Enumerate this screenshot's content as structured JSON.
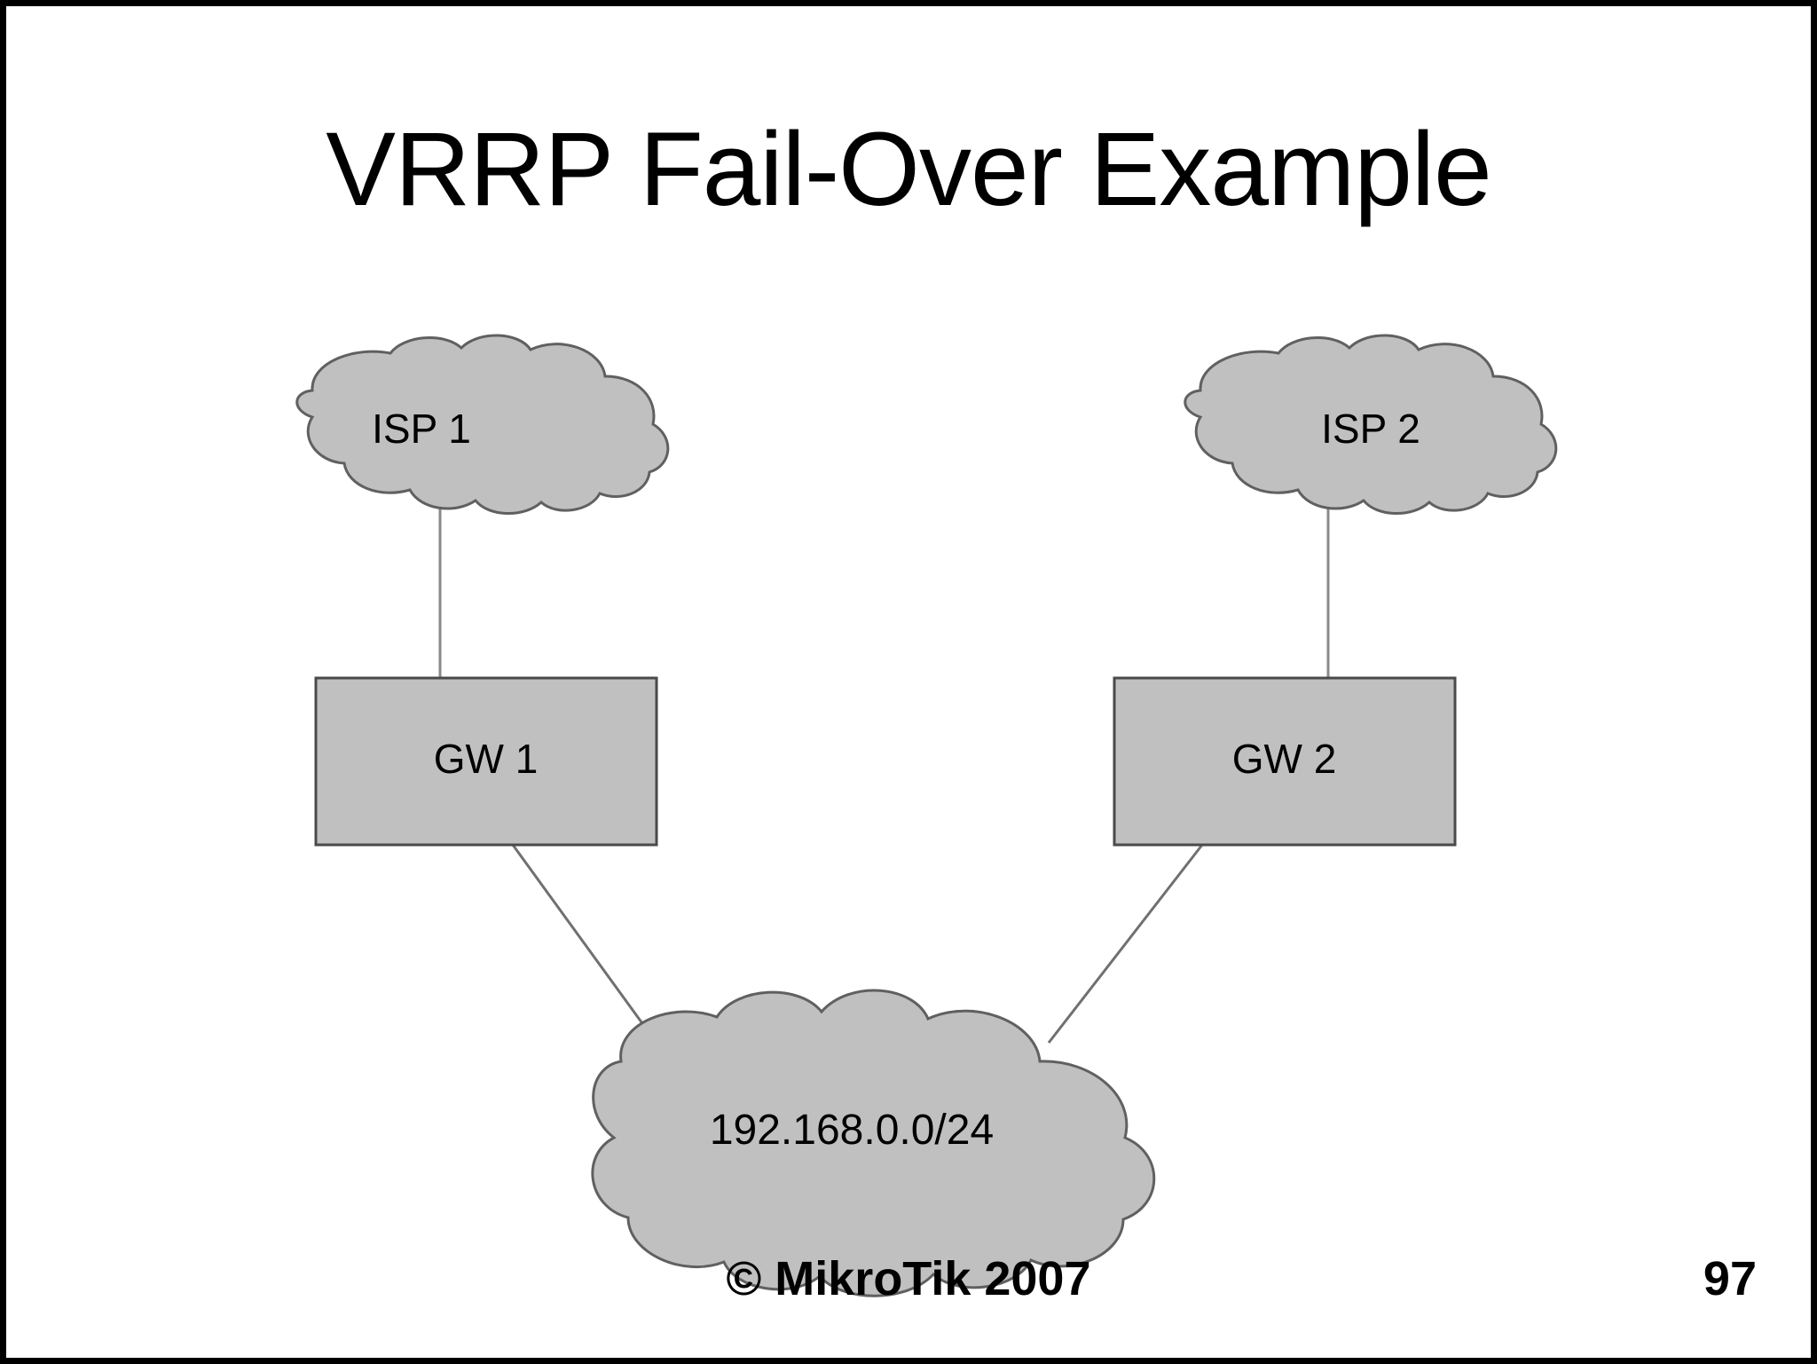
{
  "slide": {
    "title": "VRRP Fail-Over Example",
    "page_number": "97",
    "copyright": "© MikroTik 2007",
    "background_color": "#ffffff",
    "frame_color": "#000000",
    "shape_fill_color": "#c0c0c0",
    "shape_stroke_color": "#606060",
    "connector_color": "#808080",
    "text_color": "#000000"
  },
  "diagram": {
    "type": "network-topology",
    "nodes": [
      {
        "id": "isp1",
        "label": "ISP 1",
        "shape": "cloud"
      },
      {
        "id": "isp2",
        "label": "ISP 2",
        "shape": "cloud"
      },
      {
        "id": "gw1",
        "label": "GW 1",
        "shape": "rectangle"
      },
      {
        "id": "gw2",
        "label": "GW 2",
        "shape": "rectangle"
      },
      {
        "id": "subnet",
        "label": "192.168.0.0/24",
        "shape": "cloud"
      }
    ],
    "links": [
      {
        "from": "isp1",
        "to": "gw1",
        "style": "vertical"
      },
      {
        "from": "isp2",
        "to": "gw2",
        "style": "vertical"
      },
      {
        "from": "gw1",
        "to": "subnet",
        "style": "diagonal"
      },
      {
        "from": "gw2",
        "to": "subnet",
        "style": "diagonal"
      }
    ]
  }
}
